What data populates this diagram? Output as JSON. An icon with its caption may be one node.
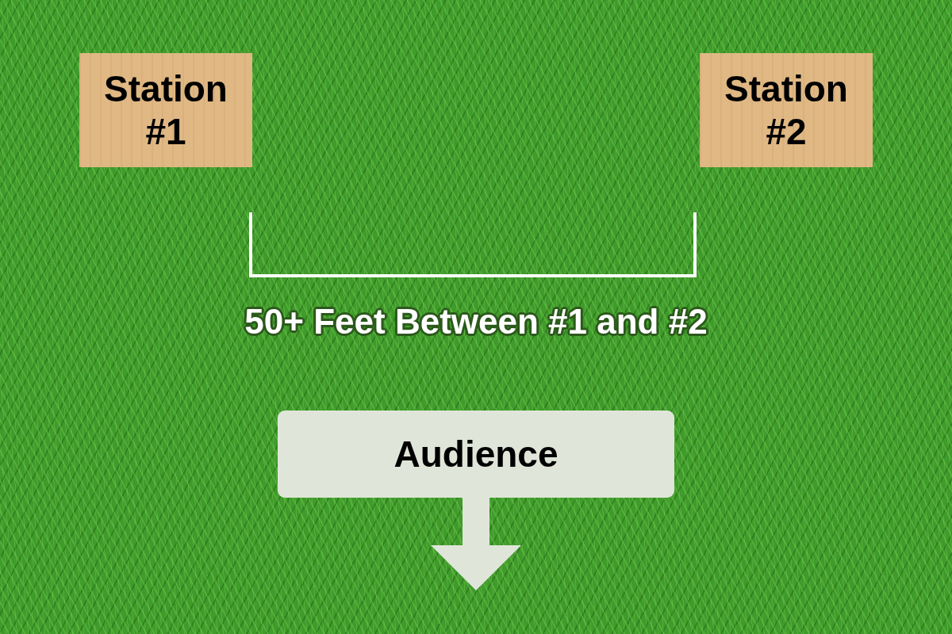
{
  "diagram": {
    "nodes": [
      {
        "text": [
          "Station #1"
        ]
      },
      {
        "text": [
          "Station #2"
        ]
      },
      {
        "text": [
          "Audience"
        ]
      }
    ],
    "labels": [
      "50+ Feet Between #1 and #2"
    ]
  }
}
